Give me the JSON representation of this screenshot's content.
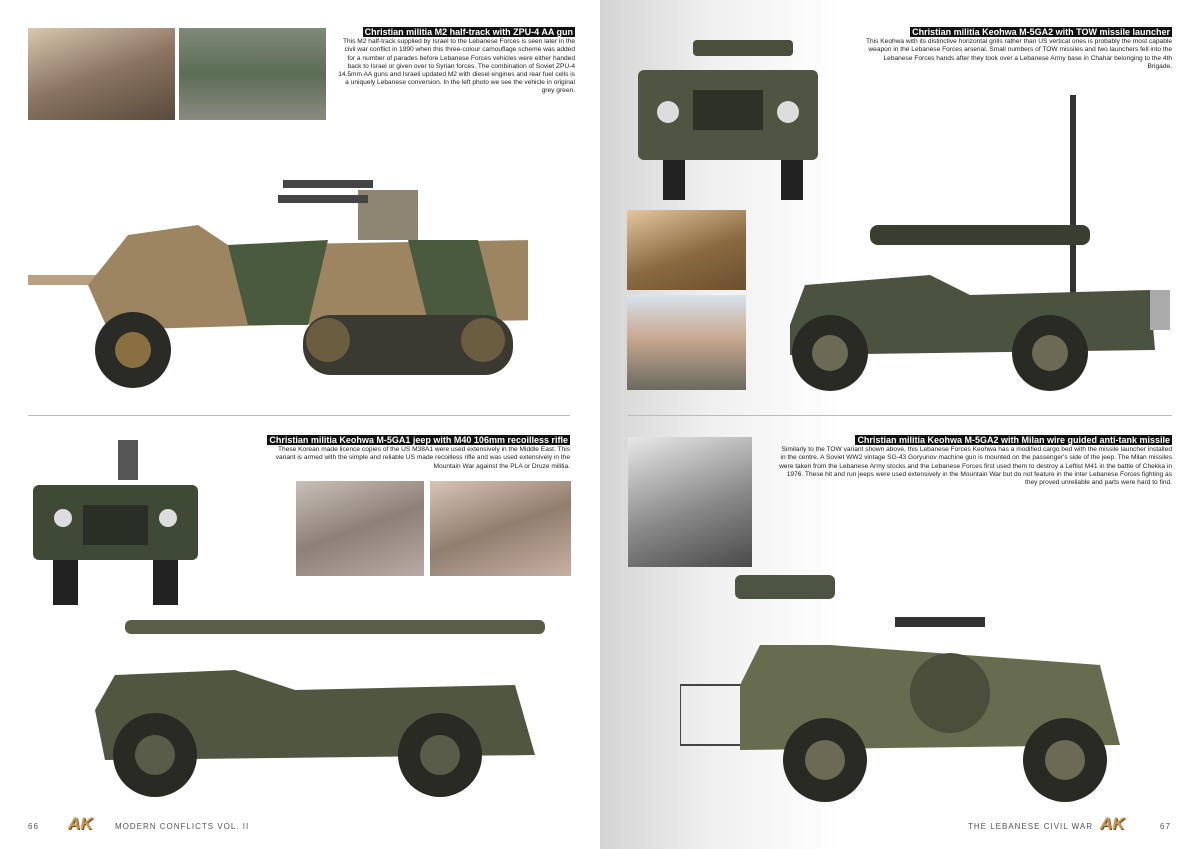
{
  "left_page": {
    "halftrack": {
      "title": "Christian militia M2 half-track with ZPU-4 AA gun",
      "text": "This M2 half-track supplied by Israel to the Lebanese Forces is seen later in the civil war conflict in 1990 when this three-colour camouflage scheme was added for a number of parades before Lebanese Forces vehicles were either handed back to Israel or given over to Syrian forces. The combination of Soviet ZPU-4 14.5mm AA guns and Israeli updated M2 with diesel engines and rear fuel cells is a uniquely Lebanese conversion. In the left photo we see the vehicle in original grey green."
    },
    "jeep_m40": {
      "title": "Christian militia Keohwa M-5GA1 jeep with M40 106mm recoilless rifle",
      "text": "These Korean made licence copies of the US M38A1 were used extensively in the Middle East. This variant is armed with the simple and reliable US made recoilless rifle and was used extensively in the Mountain War against the PLA or Druze militia."
    },
    "footer": {
      "page_number": "66",
      "logo": "AK",
      "book_title": "MODERN CONFLICTS VOL. II"
    }
  },
  "right_page": {
    "jeep_tow": {
      "title": "Christian militia Keohwa M-5GA2 with TOW missile launcher",
      "text": "This Keohwa with its distinctive horizontal grills rather than US vertical ones is probably the most capable weapon in the Lebanese Forces arsenal. Small numbers of TOW missiles and two launchers fell into the Lebanese Forces hands after they took over a Lebanese Army base in Chahar belonging to the 4th Brigade."
    },
    "jeep_milan": {
      "title": "Christian militia Keohwa M-5GA2 with Milan wire guided anti-tank missile",
      "text": "Similarly to the TOW variant shown above, this Lebanese Forces Keohwa has a modified cargo bed with the missile launcher installed in the centre. A Soviet WW2 vintage SG-43 Goryunov machine gun is mounted on the passenger's side of the jeep. The Milan missiles were taken from the Lebanese Army stocks and the Lebanese Forces first used them to destroy a Leftist M41 in the battle of Chekka in 1976. These hit and run jeeps were used extensively in the Mountain War but do not feature in the inter Lebanese Forces fighting as they proved unreliable and parts were hard to find."
    },
    "footer": {
      "page_number": "67",
      "logo": "AK",
      "section_title": "THE LEBANESE CIVIL WAR"
    }
  },
  "colors": {
    "olive": "#5b5e45",
    "tan": "#b39064",
    "dark_green": "#3e4a35",
    "caption_bg": "#111111"
  }
}
